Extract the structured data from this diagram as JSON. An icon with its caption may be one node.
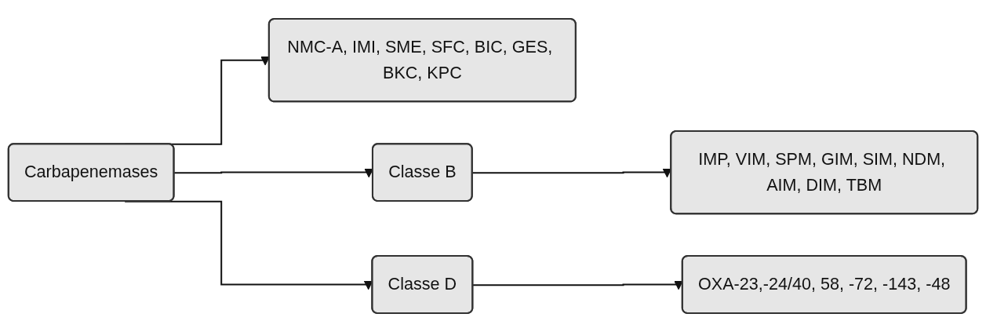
{
  "diagram": {
    "nodes": [
      {
        "text": [
          "Carbapenemases"
        ]
      },
      {
        "text": [
          "NMC-A, IMI, SME, SFC, BIC, GES, BKC, KPC"
        ]
      },
      {
        "text": [
          "Classe B"
        ]
      },
      {
        "text": [
          "Classe D"
        ]
      },
      {
        "text": [
          "IMP, VIM, SPM, GIM, SIM, NDM, AIM, DIM, TBM"
        ]
      },
      {
        "text": [
          "OXA-23,-24/40, 58, -72, -143, -48"
        ]
      }
    ],
    "edges": [
      {
        "from": 0,
        "to": 1,
        "arrow": "to"
      },
      {
        "from": 0,
        "to": 2,
        "arrow": "to"
      },
      {
        "from": 0,
        "to": 3,
        "arrow": "to"
      },
      {
        "from": 2,
        "to": 4,
        "arrow": "to"
      },
      {
        "from": 3,
        "to": 5,
        "arrow": "to"
      }
    ]
  }
}
